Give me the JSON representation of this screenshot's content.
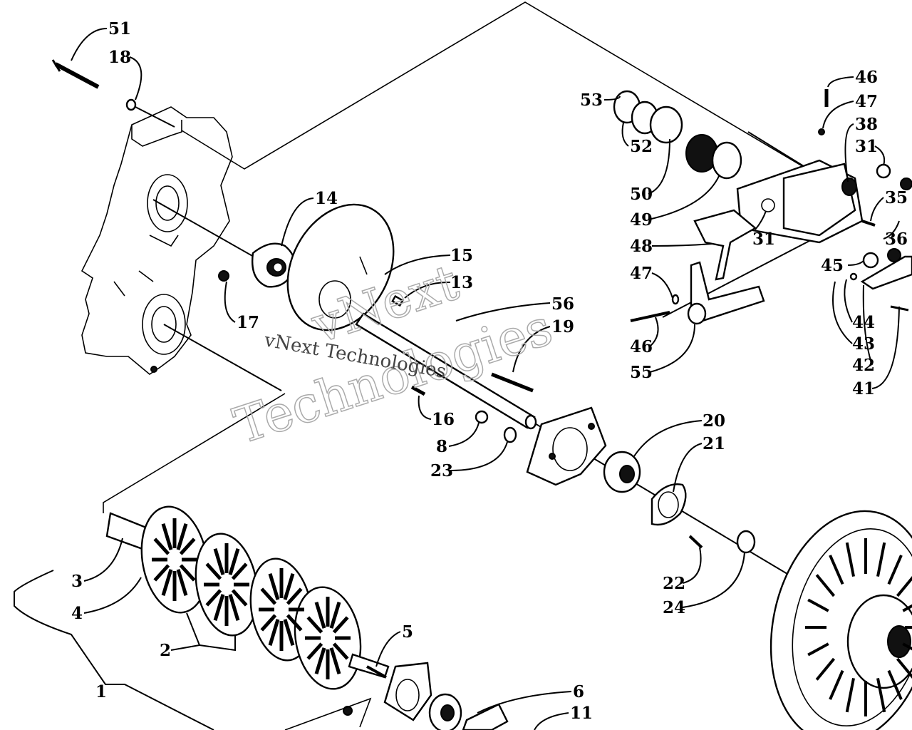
{
  "watermark": {
    "outline_text_1": "vNext",
    "outline_text_2": "Technologies",
    "overlay_text": "vNext Technologies"
  },
  "callouts": [
    {
      "id": "51",
      "label": "51"
    },
    {
      "id": "18",
      "label": "18"
    },
    {
      "id": "14",
      "label": "14"
    },
    {
      "id": "17",
      "label": "17"
    },
    {
      "id": "15",
      "label": "15"
    },
    {
      "id": "13",
      "label": "13"
    },
    {
      "id": "56",
      "label": "56"
    },
    {
      "id": "19",
      "label": "19"
    },
    {
      "id": "16",
      "label": "16"
    },
    {
      "id": "8",
      "label": "8"
    },
    {
      "id": "23",
      "label": "23"
    },
    {
      "id": "20",
      "label": "20"
    },
    {
      "id": "21",
      "label": "21"
    },
    {
      "id": "22",
      "label": "22"
    },
    {
      "id": "24",
      "label": "24"
    },
    {
      "id": "3",
      "label": "3"
    },
    {
      "id": "4",
      "label": "4"
    },
    {
      "id": "2",
      "label": "2"
    },
    {
      "id": "5",
      "label": "5"
    },
    {
      "id": "1",
      "label": "1"
    },
    {
      "id": "6",
      "label": "6"
    },
    {
      "id": "11",
      "label": "11"
    },
    {
      "id": "53",
      "label": "53"
    },
    {
      "id": "52",
      "label": "52"
    },
    {
      "id": "50",
      "label": "50"
    },
    {
      "id": "49",
      "label": "49"
    },
    {
      "id": "48",
      "label": "48"
    },
    {
      "id": "47a",
      "label": "47"
    },
    {
      "id": "46a",
      "label": "46"
    },
    {
      "id": "55",
      "label": "55"
    },
    {
      "id": "46b",
      "label": "46"
    },
    {
      "id": "47b",
      "label": "47"
    },
    {
      "id": "38",
      "label": "38"
    },
    {
      "id": "31a",
      "label": "31"
    },
    {
      "id": "31b",
      "label": "31"
    },
    {
      "id": "35",
      "label": "35"
    },
    {
      "id": "36",
      "label": "36"
    },
    {
      "id": "45",
      "label": "45"
    },
    {
      "id": "44",
      "label": "44"
    },
    {
      "id": "43",
      "label": "43"
    },
    {
      "id": "42",
      "label": "42"
    },
    {
      "id": "41",
      "label": "41"
    }
  ]
}
